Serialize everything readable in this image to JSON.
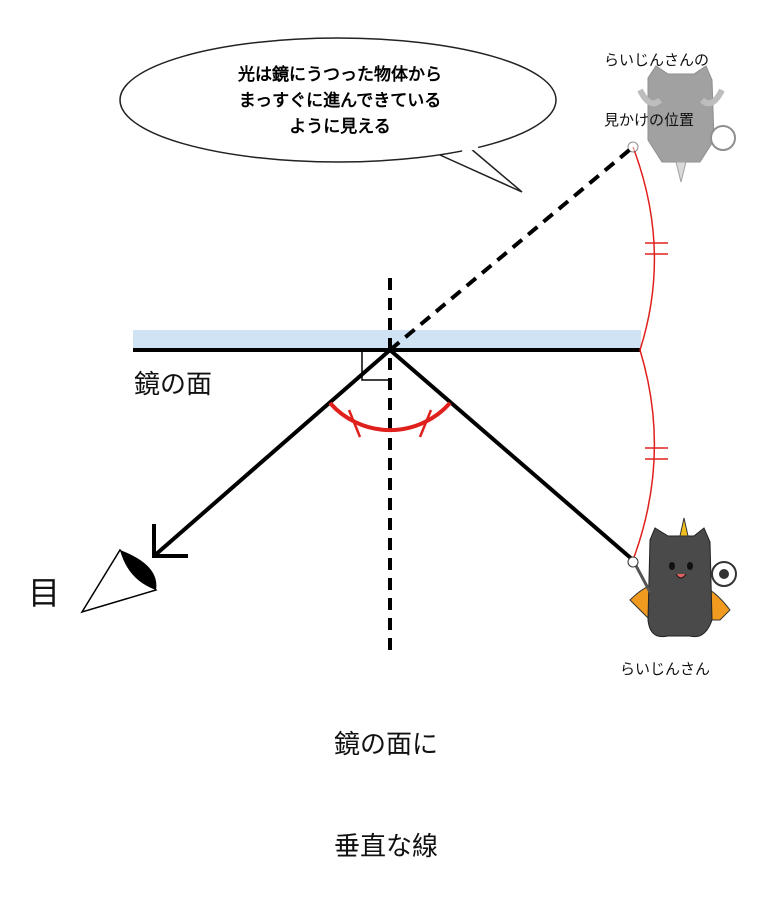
{
  "bubble": {
    "lines": [
      "光は鏡にうつった物体から",
      "まっすぐに進んできている",
      "ように見える"
    ]
  },
  "apparent_label": {
    "lines": [
      "らいじんさんの",
      "見かけの位置"
    ]
  },
  "mirror_label": "鏡の面",
  "eye_label": "目",
  "normal_label": {
    "lines": [
      "鏡の面に",
      "垂直な線"
    ]
  },
  "character_label": "らいじんさん",
  "colors": {
    "mirror": "#cfe3f5",
    "angle_mark": "#e0201c",
    "line": "#000000"
  }
}
